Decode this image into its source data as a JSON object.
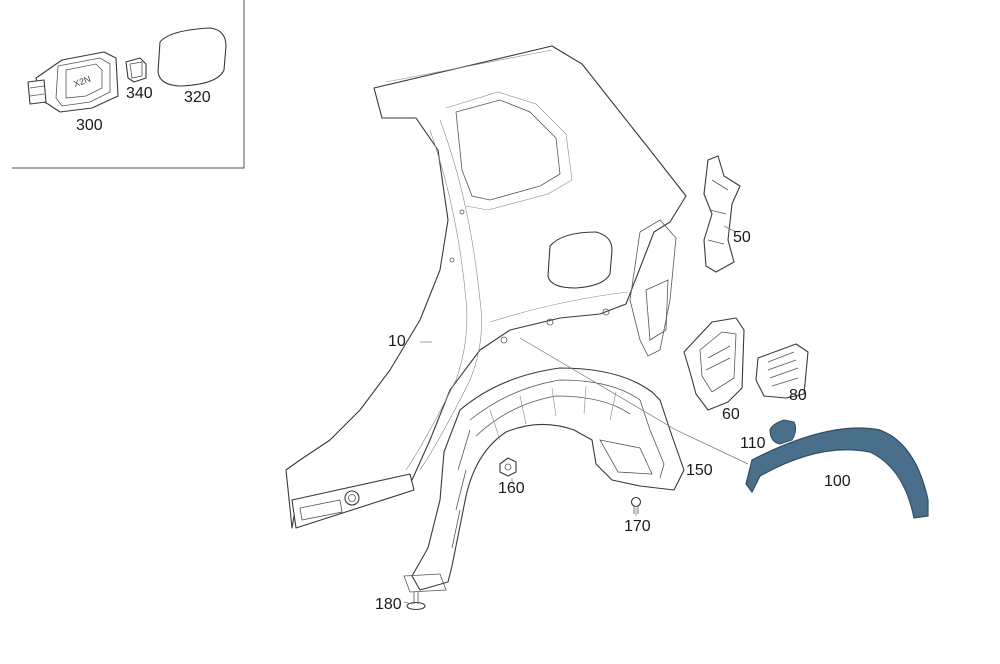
{
  "colors": {
    "highlight_part": "#4a6f8a",
    "line": "#3a3a3a",
    "background": "#ffffff"
  },
  "callouts": {
    "p300": "300",
    "p340": "340",
    "p320": "320",
    "p10": "10",
    "p50": "50",
    "p60": "60",
    "p80": "80",
    "p110": "110",
    "p100": "100",
    "p150": "150",
    "p160": "160",
    "p170": "170",
    "p180": "180"
  },
  "label_texts": {
    "flap_marking": "X2N"
  }
}
